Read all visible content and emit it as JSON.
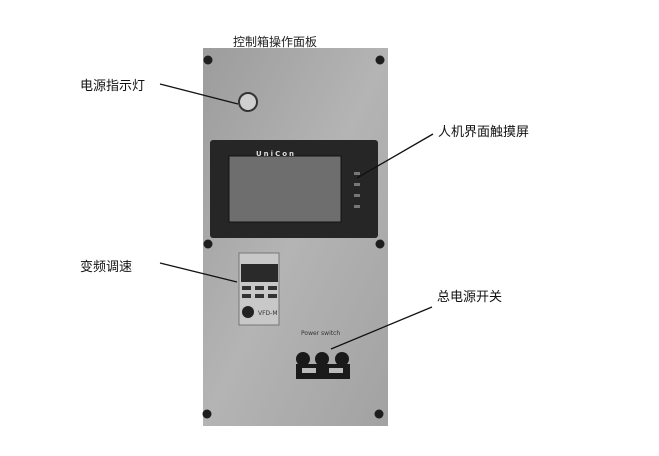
{
  "title": "控制箱操作面板",
  "callouts": {
    "power_indicator": "电源指示灯",
    "touch_screen": "人机界面触摸屏",
    "vfd_speed": "变频调速",
    "main_power_switch": "总电源开关"
  },
  "panel": {
    "screen_brand": "UniCon",
    "vfd_model": "VFD-M",
    "switch_label": "Power switch"
  },
  "colors": {
    "panel": "#a9a9a9",
    "bezel": "#2a2a2a",
    "display": "#6e6e6e"
  }
}
